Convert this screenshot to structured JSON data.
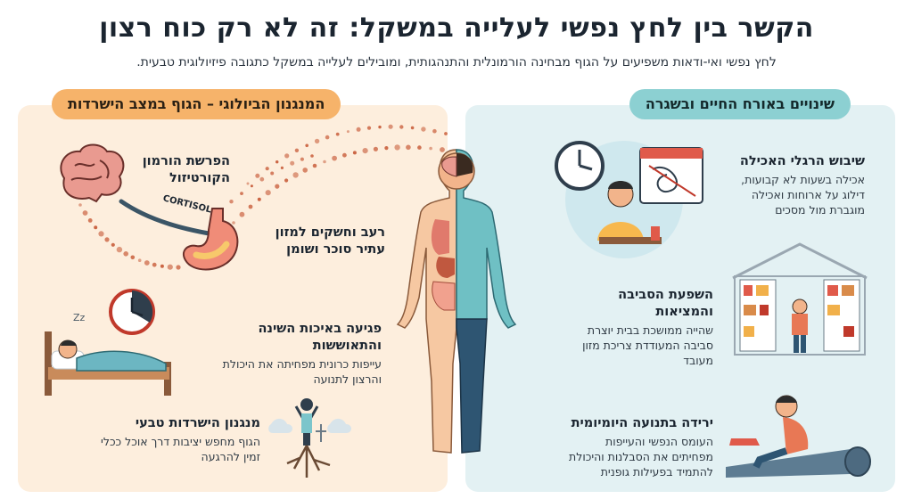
{
  "header": {
    "title": "הקשר בין לחץ נפשי לעלייה במשקל: זה לא רק כוח רצון",
    "subtitle": "לחץ נפשי ואי-ודאות משפיעים על הגוף מבחינה הורמונלית והתנהגותית, ומובילים לעלייה במשקל כתגובה פיזיולוגית טבעית."
  },
  "left_panel": {
    "heading": "המנגנון הביולוגי – הגוף במצב הישרדות",
    "cortisol_label": "CORTISOL",
    "items": [
      {
        "title": "הפרשת הורמון הקורטיזול",
        "text": ""
      },
      {
        "title": "רעב וחשקים למזון עתיר סוכר ושומן",
        "text": ""
      },
      {
        "title": "פגיעה באיכות השינה והתאוששות",
        "text": "עייפות כרונית מפחיתה את היכולת והרצון לתנועה"
      },
      {
        "title": "מנגנון הישרדות טבעי",
        "text": "הגוף מחפש יציבות דרך אוכל ככלי זמין להרגעה"
      }
    ]
  },
  "right_panel": {
    "heading": "שינויים באורח החיים ובשגרה",
    "items": [
      {
        "title": "שיבוש הרגלי האכילה",
        "text": "אכילה בשעות לא קבועות, דילוג על ארוחות ואכילה מוגברת מול מסכים"
      },
      {
        "title": "השפעת הסביבה והמציאות",
        "text": "שהייה ממושכת בבית יוצרת סביבה המעודדת צריכת מזון מעובד"
      },
      {
        "title": "ירידה בתנועה היומיומית",
        "text": "העומס הנפשי והעייפות מפחיתים את הסבלנות והיכולת להתמיד בפעילות גופנית"
      }
    ]
  },
  "colors": {
    "left_bg": "#fdeedd",
    "right_bg": "#e3f1f3",
    "left_accent": "#f6b36a",
    "right_accent": "#8cd0d2",
    "cortisol_dots": "#c9603e"
  }
}
